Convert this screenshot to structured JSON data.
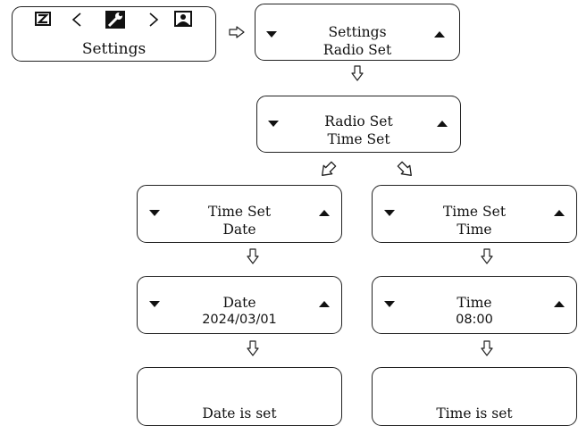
{
  "icons": {
    "bar": [
      "zone-icon",
      "chevron-left-icon",
      "wrench-icon",
      "chevron-right-icon",
      "photo-icon"
    ]
  },
  "screens": {
    "home": {
      "line2": "Settings"
    },
    "settings": {
      "line1": "Settings",
      "line2": "Radio Set"
    },
    "radio": {
      "line1": "Radio Set",
      "line2": "Time Set"
    },
    "timeset_date": {
      "line1": "Time Set",
      "line2": "Date"
    },
    "timeset_time": {
      "line1": "Time Set",
      "line2": "Time"
    },
    "date": {
      "line1": "Date",
      "line2": "2024/03/01"
    },
    "time": {
      "line1": "Time",
      "line2": "08:00"
    },
    "date_done": {
      "line2": "Date is set"
    },
    "time_done": {
      "line2": "Time is set"
    }
  }
}
